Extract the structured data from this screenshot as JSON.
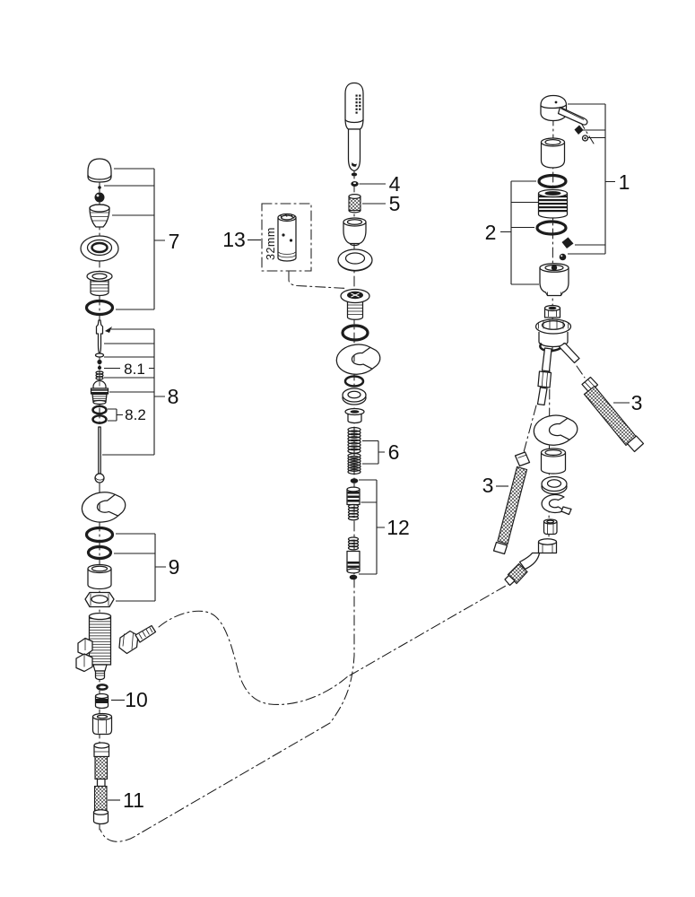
{
  "figure": {
    "kind": "exploded-parts-diagram",
    "colors": {
      "ink": "#1c1c1c",
      "paper": "#ffffff"
    },
    "callouts": {
      "n1": "1",
      "n2": "2",
      "n3": "3",
      "n4": "4",
      "n5": "5",
      "n6": "6",
      "n7": "7",
      "n8": "8",
      "n8_1": "8.1",
      "n8_2": "8.2",
      "n9": "9",
      "n10": "10",
      "n11": "11",
      "n12": "12",
      "n13": "13",
      "tool_size": "32mm"
    }
  }
}
